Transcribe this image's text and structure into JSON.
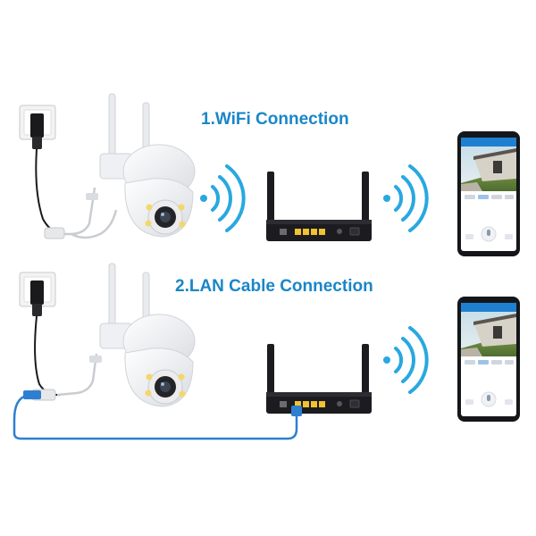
{
  "titles": {
    "wifi": "1.WiFi Connection",
    "lan": "2.LAN Cable Connection"
  },
  "phone": {
    "header_title": "Ipc Camera"
  },
  "colors": {
    "accent": "#1a86c8",
    "wifi_wave": "#29a8e0",
    "router_body": "#1c1c20",
    "router_port_yellow": "#f2c230",
    "lan_cable": "#2f7fd1",
    "camera_white": "#f4f5f7"
  },
  "icons": [
    "wall-socket-icon",
    "power-adapter-icon",
    "camera-icon",
    "wifi-wave-icon",
    "router-icon",
    "smartphone-icon",
    "lan-cable-icon"
  ]
}
